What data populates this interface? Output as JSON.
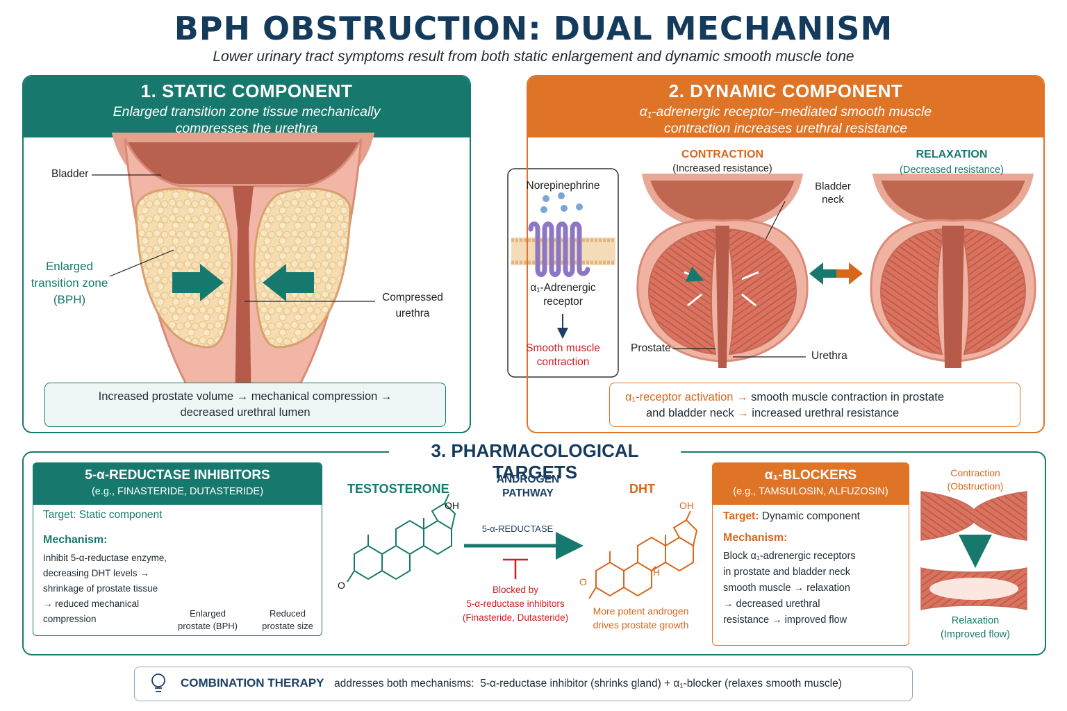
{
  "header": {
    "title": "BPH OBSTRUCTION: DUAL MECHANISM",
    "subtitle": "Lower urinary tract symptoms result from both static enlargement and dynamic smooth muscle tone"
  },
  "static": {
    "heading": "1. STATIC COMPONENT",
    "sub1": "Enlarged transition zone tissue mechanically",
    "sub2": "compresses the urethra",
    "label_bladder": "Bladder",
    "label_tz1": "Enlarged",
    "label_tz2": "transition zone",
    "label_tz3": "(BPH)",
    "label_urethra1": "Compressed",
    "label_urethra2": "urethra",
    "note1": "Increased prostate volume → mechanical compression →",
    "note2": "decreased urethral lumen"
  },
  "dynamic": {
    "heading": "2. DYNAMIC COMPONENT",
    "sub1": "α₁-adrenergic receptor–mediated smooth muscle",
    "sub2": "contraction increases urethral resistance",
    "norepinephrine": "Norepinephrine",
    "receptor1": "α₁-Adrenergic",
    "receptor2": "receptor",
    "smooth1": "Smooth muscle",
    "smooth2": "contraction",
    "contraction": "CONTRACTION",
    "contraction_sub": "(Increased resistance)",
    "relaxation": "RELAXATION",
    "relaxation_sub": "(Decreased resistance)",
    "bladder_neck1": "Bladder",
    "bladder_neck2": "neck",
    "prostate": "Prostate",
    "urethra": "Urethra",
    "note_a": "α₁-receptor activation",
    "note_b": "smooth muscle contraction in prostate",
    "note_c": "and bladder neck",
    "note_d": "increased urethral resistance"
  },
  "pharm": {
    "heading": "3. PHARMACOLOGICAL TARGETS",
    "ari": {
      "title": "5-α-REDUCTASE INHIBITORS",
      "examples": "(e.g., FINASTERIDE, DUTASTERIDE)",
      "target_label": "Target:",
      "target_value": "Static component",
      "mechanism_label": "Mechanism:",
      "m1": "Inhibit 5-α-reductase enzyme,",
      "m2": "decreasing DHT levels →",
      "m3": "shrinkage of prostate tissue",
      "m4": "→ reduced mechanical",
      "m5": "compression",
      "enlarged1": "Enlarged",
      "enlarged2": "prostate (BPH)",
      "reduced1": "Reduced",
      "reduced2": "prostate size"
    },
    "pathway": {
      "testosterone": "TESTOSTERONE",
      "androgen1": "ANDROGEN",
      "androgen2": "PATHWAY",
      "dht": "DHT",
      "enzyme": "5-α-REDUCTASE",
      "blocked1": "Blocked by",
      "blocked2": "5-α-reductase inhibitors",
      "blocked3": "(Finasteride, Dutasteride)",
      "potent1": "More potent androgen",
      "potent2": "drives prostate growth",
      "oh": "OH",
      "o": "O",
      "h": "H"
    },
    "blockers": {
      "title": "α₁-BLOCKERS",
      "examples": "(e.g., TAMSULOSIN, ALFUZOSIN)",
      "target_label": "Target:",
      "target_value": "Dynamic component",
      "mechanism_label": "Mechanism:",
      "m1": "Block α₁-adrenergic receptors",
      "m2": "in prostate and bladder neck",
      "m3": "smooth muscle → relaxation",
      "m4": "→ decreased urethral",
      "m5": "resistance → improved flow",
      "contraction1": "Contraction",
      "contraction2": "(Obstruction)",
      "relaxation1": "Relaxation",
      "relaxation2": "(Improved flow)"
    }
  },
  "combo": {
    "label": "COMBINATION THERAPY",
    "text": "addresses both mechanisms:  5-α-reductase inhibitor (shrinks gland) + α₁-blocker (relaxes smooth muscle)"
  },
  "colors": {
    "teal": "#17796e",
    "orange": "#e07426",
    "navy": "#143a5c",
    "red": "#cc1f1f"
  },
  "icons": [
    "lightbulb-icon",
    "arrow-right-icon",
    "double-arrow-icon",
    "inhibit-icon"
  ]
}
